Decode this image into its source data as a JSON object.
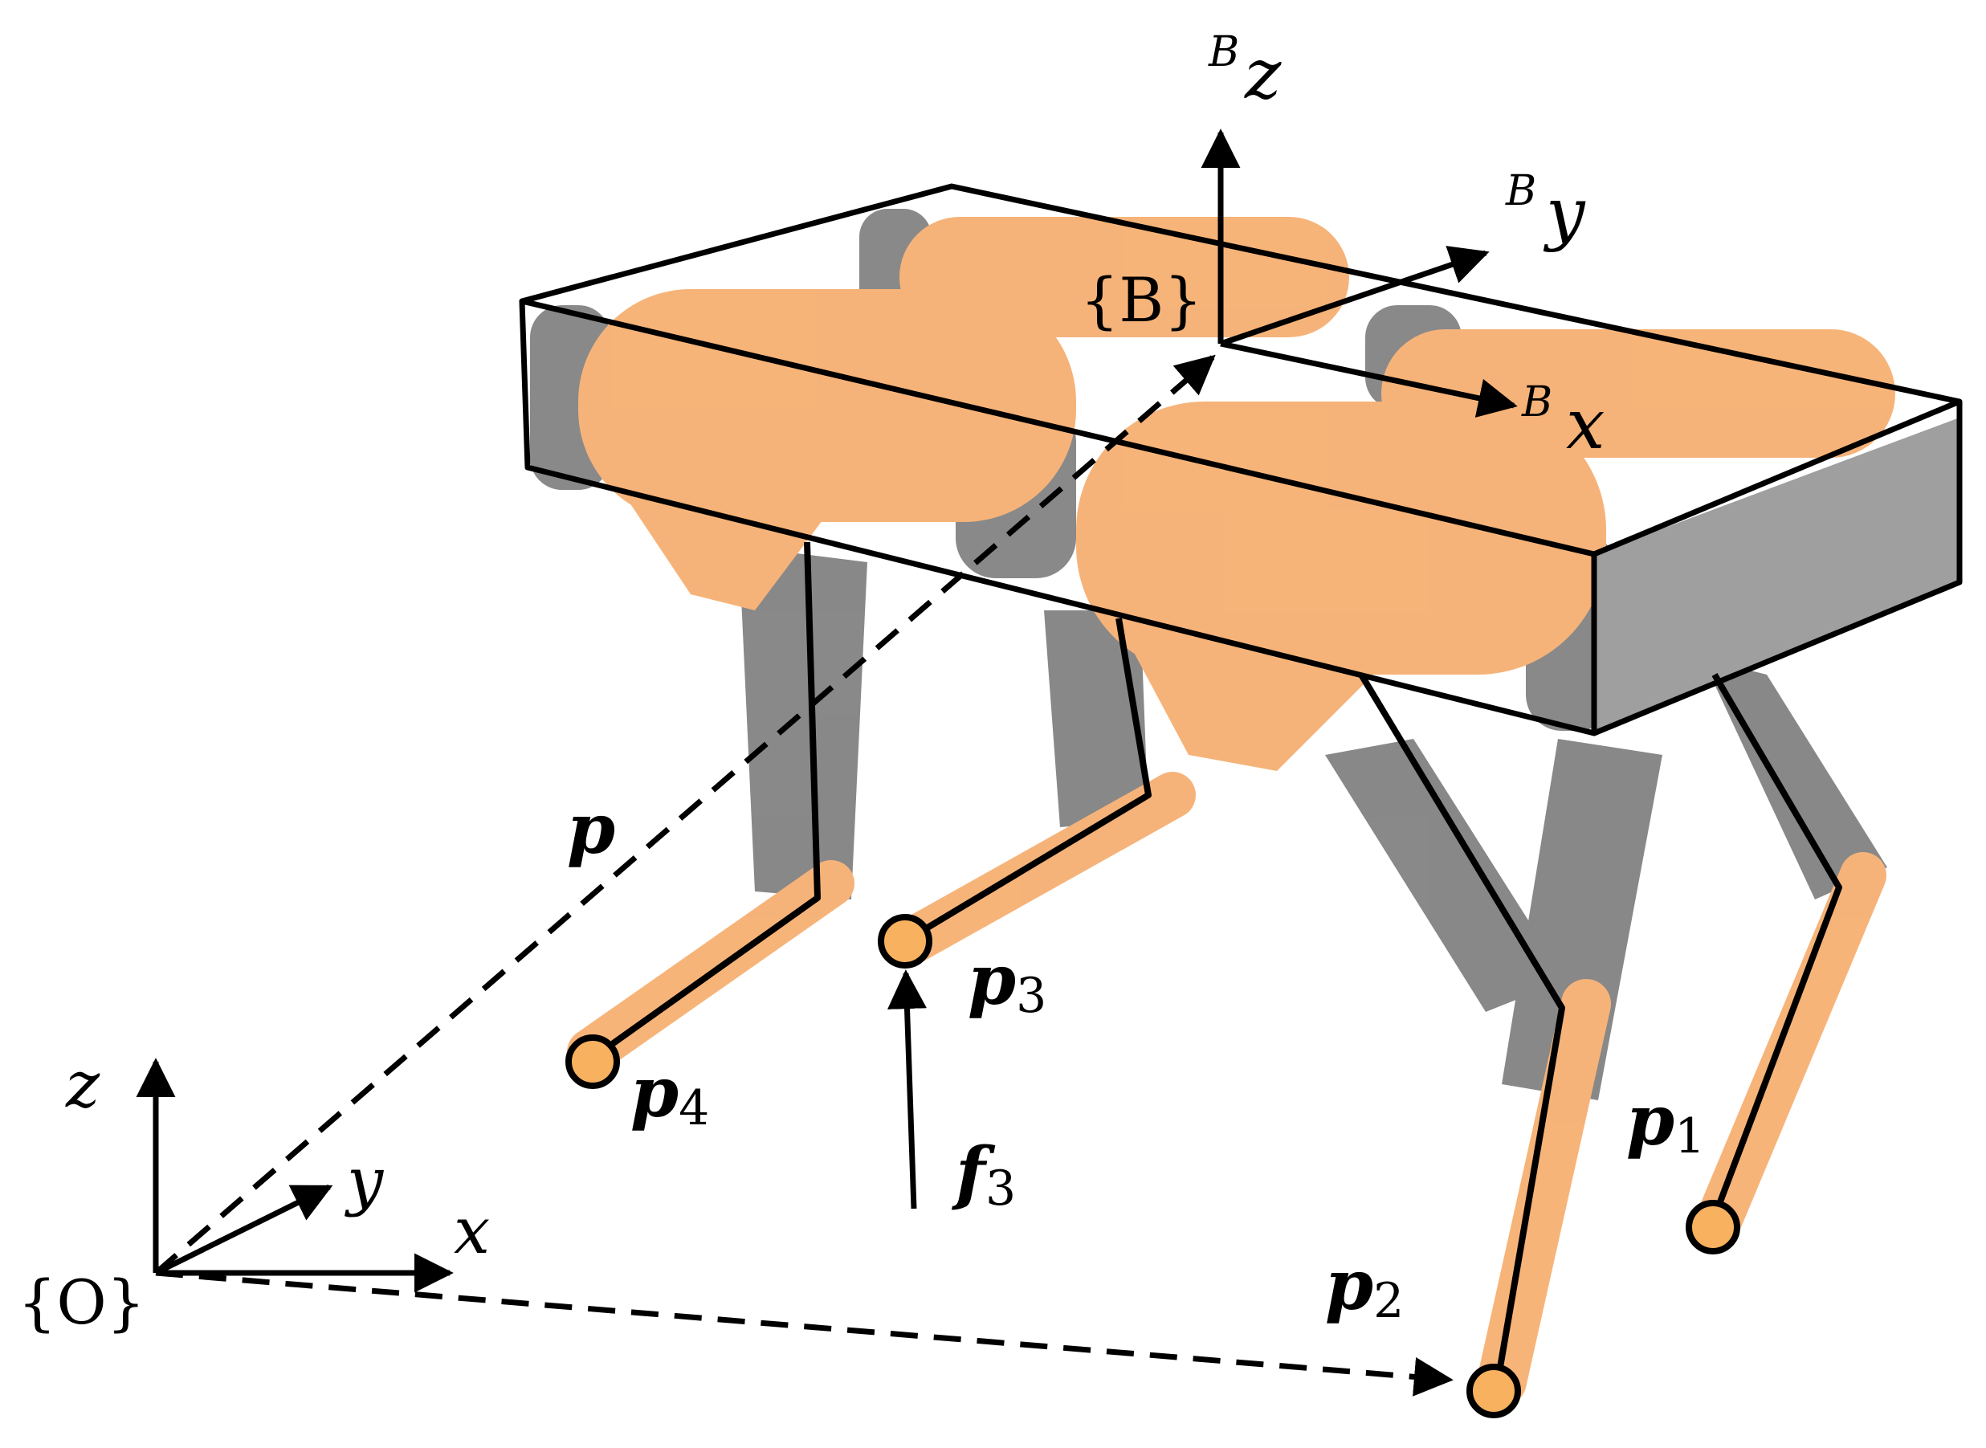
{
  "frames": {
    "world": {
      "name": "{O}",
      "x_label": "x",
      "y_label": "y",
      "z_label": "z"
    },
    "body": {
      "name": "{B}",
      "x_sup": "B",
      "x_label": "x",
      "y_sup": "B",
      "y_label": "y",
      "z_sup": "B",
      "z_label": "z"
    }
  },
  "vectors": {
    "body_position": "p",
    "foot_force": "f",
    "foot_force_sub": "3"
  },
  "feet": [
    {
      "label": "p",
      "sub": "1"
    },
    {
      "label": "p",
      "sub": "2"
    },
    {
      "label": "p",
      "sub": "3"
    },
    {
      "label": "p",
      "sub": "4"
    }
  ],
  "colors": {
    "leg_orange": "#f5a35c",
    "leg_gray": "#6f6f6f",
    "body_side_gray": "#8a8a8a",
    "line": "#000000",
    "background": "#ffffff"
  }
}
